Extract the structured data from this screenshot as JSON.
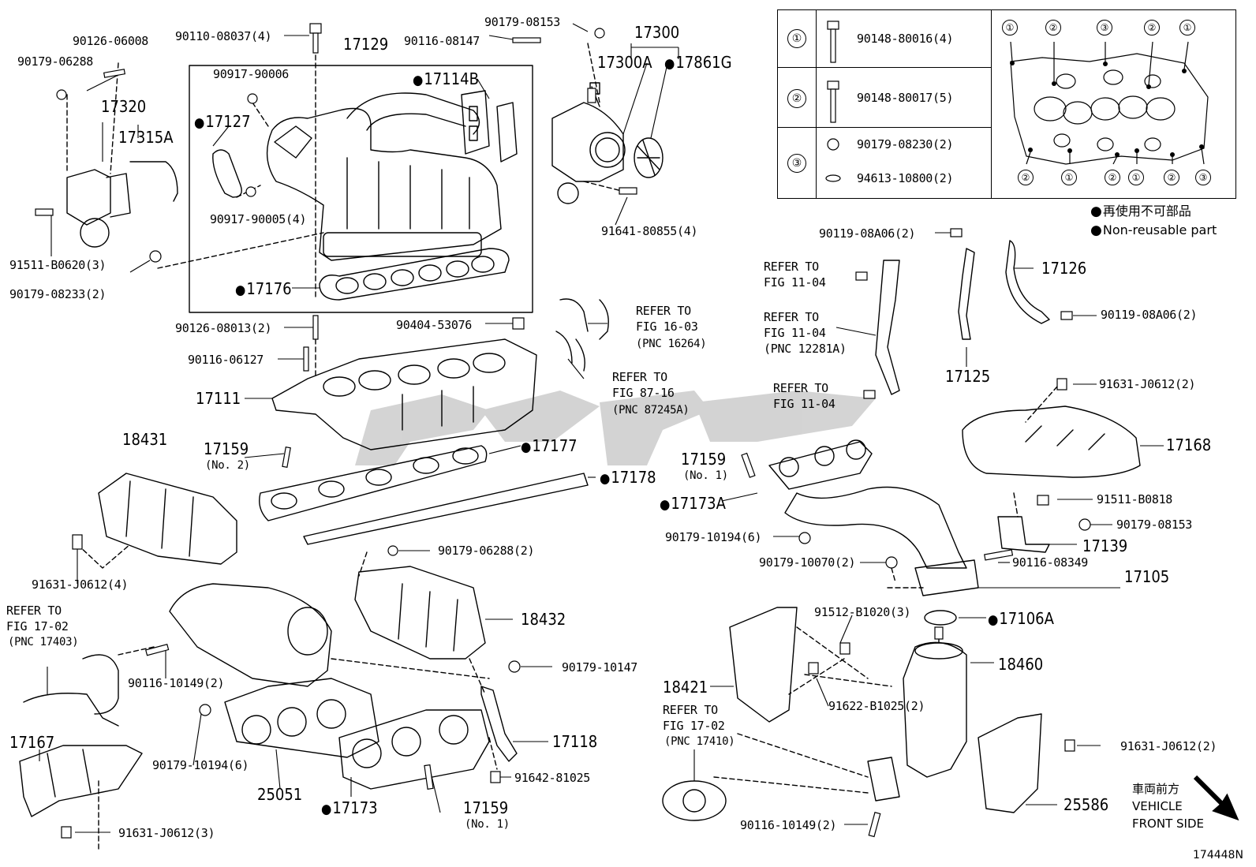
{
  "legend": {
    "rows": [
      {
        "key": "①",
        "part": "90148-80016(4)"
      },
      {
        "key": "②",
        "part": "90148-80017(5)"
      },
      {
        "key": "③",
        "part_a": "90179-08230(2)",
        "part_b": "94613-10800(2)"
      }
    ],
    "flange_markers": [
      "①",
      "②",
      "③",
      "②",
      "①",
      "②",
      "①",
      "②",
      "①",
      "②",
      "③"
    ],
    "non_reusable_jp": "再使用不可部品",
    "non_reusable_en": "Non-reusable part"
  },
  "labels": {
    "p90126_06008": "90126-06008",
    "p90179_06288": "90179-06288",
    "p17320": "17320",
    "p17315A": "17315A",
    "p91511_B0620": "91511-B0620(3)",
    "p90179_08233": "90179-08233(2)",
    "p90110_08037": "90110-08037(4)",
    "p17129": "17129",
    "p90917_90006": "90917-90006",
    "p17127": "17127",
    "p90917_90005": "90917-90005(4)",
    "p17176": "17176",
    "p17114B": "17114B",
    "p90179_08153_top": "90179-08153",
    "p90116_08147": "90116-08147",
    "p17300": "17300",
    "p17300A": "17300A",
    "p17861G": "17861G",
    "p91641_80855": "91641-80855(4)",
    "p90126_08013": "90126-08013(2)",
    "p90116_06127": "90116-06127",
    "p90404_53076": "90404-53076",
    "refer_16_03_a": "REFER TO",
    "refer_16_03_b": "FIG 16-03",
    "refer_16_03_c": "(PNC 16264)",
    "refer_87_16_a": "REFER TO",
    "refer_87_16_b": "FIG 87-16",
    "refer_87_16_c": "(PNC 87245A)",
    "p17111": "17111",
    "p18431": "18431",
    "p17159_no2": "17159",
    "p17159_no2_sub": "(No. 2)",
    "p17177": "17177",
    "p17178": "17178",
    "p91631_J0612_4": "91631-J0612(4)",
    "p90179_06288_2": "90179-06288(2)",
    "p18432": "18432",
    "p90179_10147": "90179-10147",
    "refer_17_02_a": "REFER TO",
    "refer_17_02_b": "FIG 17-02",
    "refer_17_02_c": "(PNC 17403)",
    "p90116_10149_2a": "90116-10149(2)",
    "p17167": "17167",
    "p90179_10194_6a": "90179-10194(6)",
    "p25051": "25051",
    "p17173": "17173",
    "p17118": "17118",
    "p91642_81025": "91642-81025",
    "p17159_no1b": "17159",
    "p17159_no1b_sub": "(No. 1)",
    "p91631_J0612_3": "91631-J0612(3)",
    "p90119_08A06_a": "90119-08A06(2)",
    "refer_11_04_a1": "REFER TO",
    "refer_11_04_a2": "FIG 11-04",
    "refer_11_04_b1": "REFER TO",
    "refer_11_04_b2": "FIG 11-04",
    "refer_11_04_b3": "(PNC 12281A)",
    "refer_11_04_c1": "REFER TO",
    "refer_11_04_c2": "FIG 11-04",
    "p17126": "17126",
    "p90119_08A06_b": "90119-08A06(2)",
    "p17125": "17125",
    "p91631_J0612_2a": "91631-J0612(2)",
    "p17168": "17168",
    "p17159_no1a": "17159",
    "p17159_no1a_sub": "(No. 1)",
    "p17173A": "17173A",
    "p91511_B0818": "91511-B0818",
    "p90179_08153": "90179-08153",
    "p90179_10194_6b": "90179-10194(6)",
    "p17139": "17139",
    "p90179_10070": "90179-10070(2)",
    "p90116_08349": "90116-08349",
    "p17105": "17105",
    "p91512_B1020": "91512-B1020(3)",
    "p17106A": "17106A",
    "p18460": "18460",
    "p18421": "18421",
    "p91622_B1025": "91622-B1025(2)",
    "refer_17_02b_a": "REFER TO",
    "refer_17_02b_b": "FIG 17-02",
    "refer_17_02b_c": "(PNC 17410)",
    "p91631_J0612_2b": "91631-J0612(2)",
    "p25586": "25586",
    "p90116_10149_2b": "90116-10149(2)",
    "vehicle_jp": "車両前方",
    "vehicle_en1": "VEHICLE",
    "vehicle_en2": "FRONT SIDE",
    "fig_id": "174448N"
  }
}
